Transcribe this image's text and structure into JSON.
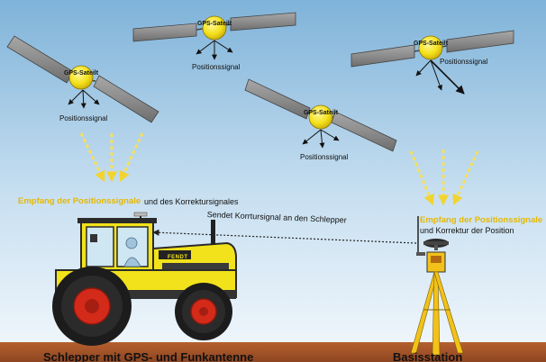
{
  "satellites": [
    {
      "name": "GPS-Sateilt",
      "signal": "Positionssignal"
    },
    {
      "name": "GPS-Sateilt",
      "signal": "Positionssignal"
    },
    {
      "name": "GPS-Sateilt",
      "signal": "Positionssignal"
    },
    {
      "name": "GPS-Sateilt",
      "signal": "Positionssignal"
    }
  ],
  "labels": {
    "tractor_reception": "Empfang der Positionssignale",
    "tractor_correction": "und des Korrektursignales",
    "correction_link": "Sendet Korrtursignal an den Schlepper",
    "base_reception": "Empfang der Positionssignale",
    "base_correction": "und Korrektur der Position",
    "tractor_caption": "Schlepper mit GPS- und Funkantenne",
    "base_caption": "Basisstation"
  },
  "tractor_brand": "FENDT",
  "colors": {
    "sky_top": "#7fb3d9",
    "sky_bottom": "#eef5fb",
    "ground": "#a9542a",
    "tractor_body": "#f2e21b",
    "wheel_rim": "#d42a1a",
    "signal_arrow": "#f5e05a",
    "tripod": "#f2c21b"
  }
}
